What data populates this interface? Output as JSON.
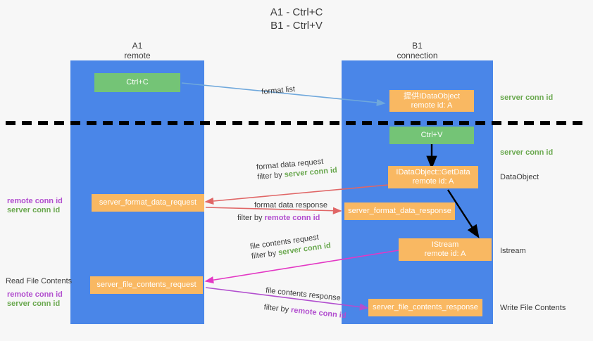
{
  "title": {
    "line1": "A1 - Ctrl+C",
    "line2": "B1 - Ctrl+V"
  },
  "lanes": [
    {
      "name": "A1",
      "sub": "remote"
    },
    {
      "name": "B1",
      "sub": "connection"
    }
  ],
  "nodes": {
    "ctrl_c": {
      "line1": "Ctrl+C",
      "color": "#74c476"
    },
    "ctrl_v": {
      "line1": "Ctrl+V",
      "color": "#74c476"
    },
    "data_object_offer": {
      "line1": "提供IDataObject",
      "line2": "remote id: A",
      "color": "#f9b862"
    },
    "get_data": {
      "line1": "IDataObject::GetData",
      "line2": "remote id: A",
      "color": "#f9b862"
    },
    "istream": {
      "line1": "IStream",
      "line2": "remote id: A",
      "color": "#f9b862"
    },
    "server_format_data_request": {
      "line1": "server_format_data_request",
      "color": "#f9b862"
    },
    "server_format_data_response": {
      "line1": "server_format_data_response",
      "color": "#f9b862"
    },
    "server_file_contents_request": {
      "line1": "server_file_contents_request",
      "color": "#f9b862"
    },
    "server_file_contents_response": {
      "line1": "server_file_contents_response",
      "color": "#f9b862"
    }
  },
  "edge_labels": {
    "format_list": "format list",
    "format_data_request": "format data request",
    "format_data_request_filter_prefix": "filter by ",
    "format_data_request_filter_key": "server conn id",
    "format_data_response": "format data response",
    "format_data_response_filter_prefix": "filter by ",
    "format_data_response_filter_key": "remote conn id",
    "file_contents_request": "file contents request",
    "file_contents_request_filter_prefix": "filter by ",
    "file_contents_request_filter_key": "server conn id",
    "file_contents_response": "file contents response",
    "file_contents_response_filter_prefix": "filter by ",
    "file_contents_response_filter_key": "remote conn id"
  },
  "side_labels": {
    "right_server_conn_id_top": "server conn id",
    "right_server_conn_id_mid": "server conn id",
    "right_data_object": "DataObject",
    "right_istream": "Istream",
    "right_write_file_contents": "Write File Contents",
    "left_remote_conn_id_1": "remote conn id",
    "left_server_conn_id_1": "server conn id",
    "left_read_file_contents": "Read File Contents",
    "left_remote_conn_id_2": "remote conn id",
    "left_server_conn_id_2": "server conn id"
  },
  "colors": {
    "lane": "#4a86e8",
    "green_box": "#74c476",
    "orange_box": "#f9b862",
    "green_text": "#6aa84f",
    "purple_text": "#b24fcf",
    "arrow_blue": "#6fa8dc",
    "arrow_red": "#e06666",
    "arrow_magenta": "#e338c4",
    "arrow_purple": "#b24fcf",
    "arrow_black": "#000000",
    "divider": "#000000",
    "background": "#f7f7f7"
  }
}
